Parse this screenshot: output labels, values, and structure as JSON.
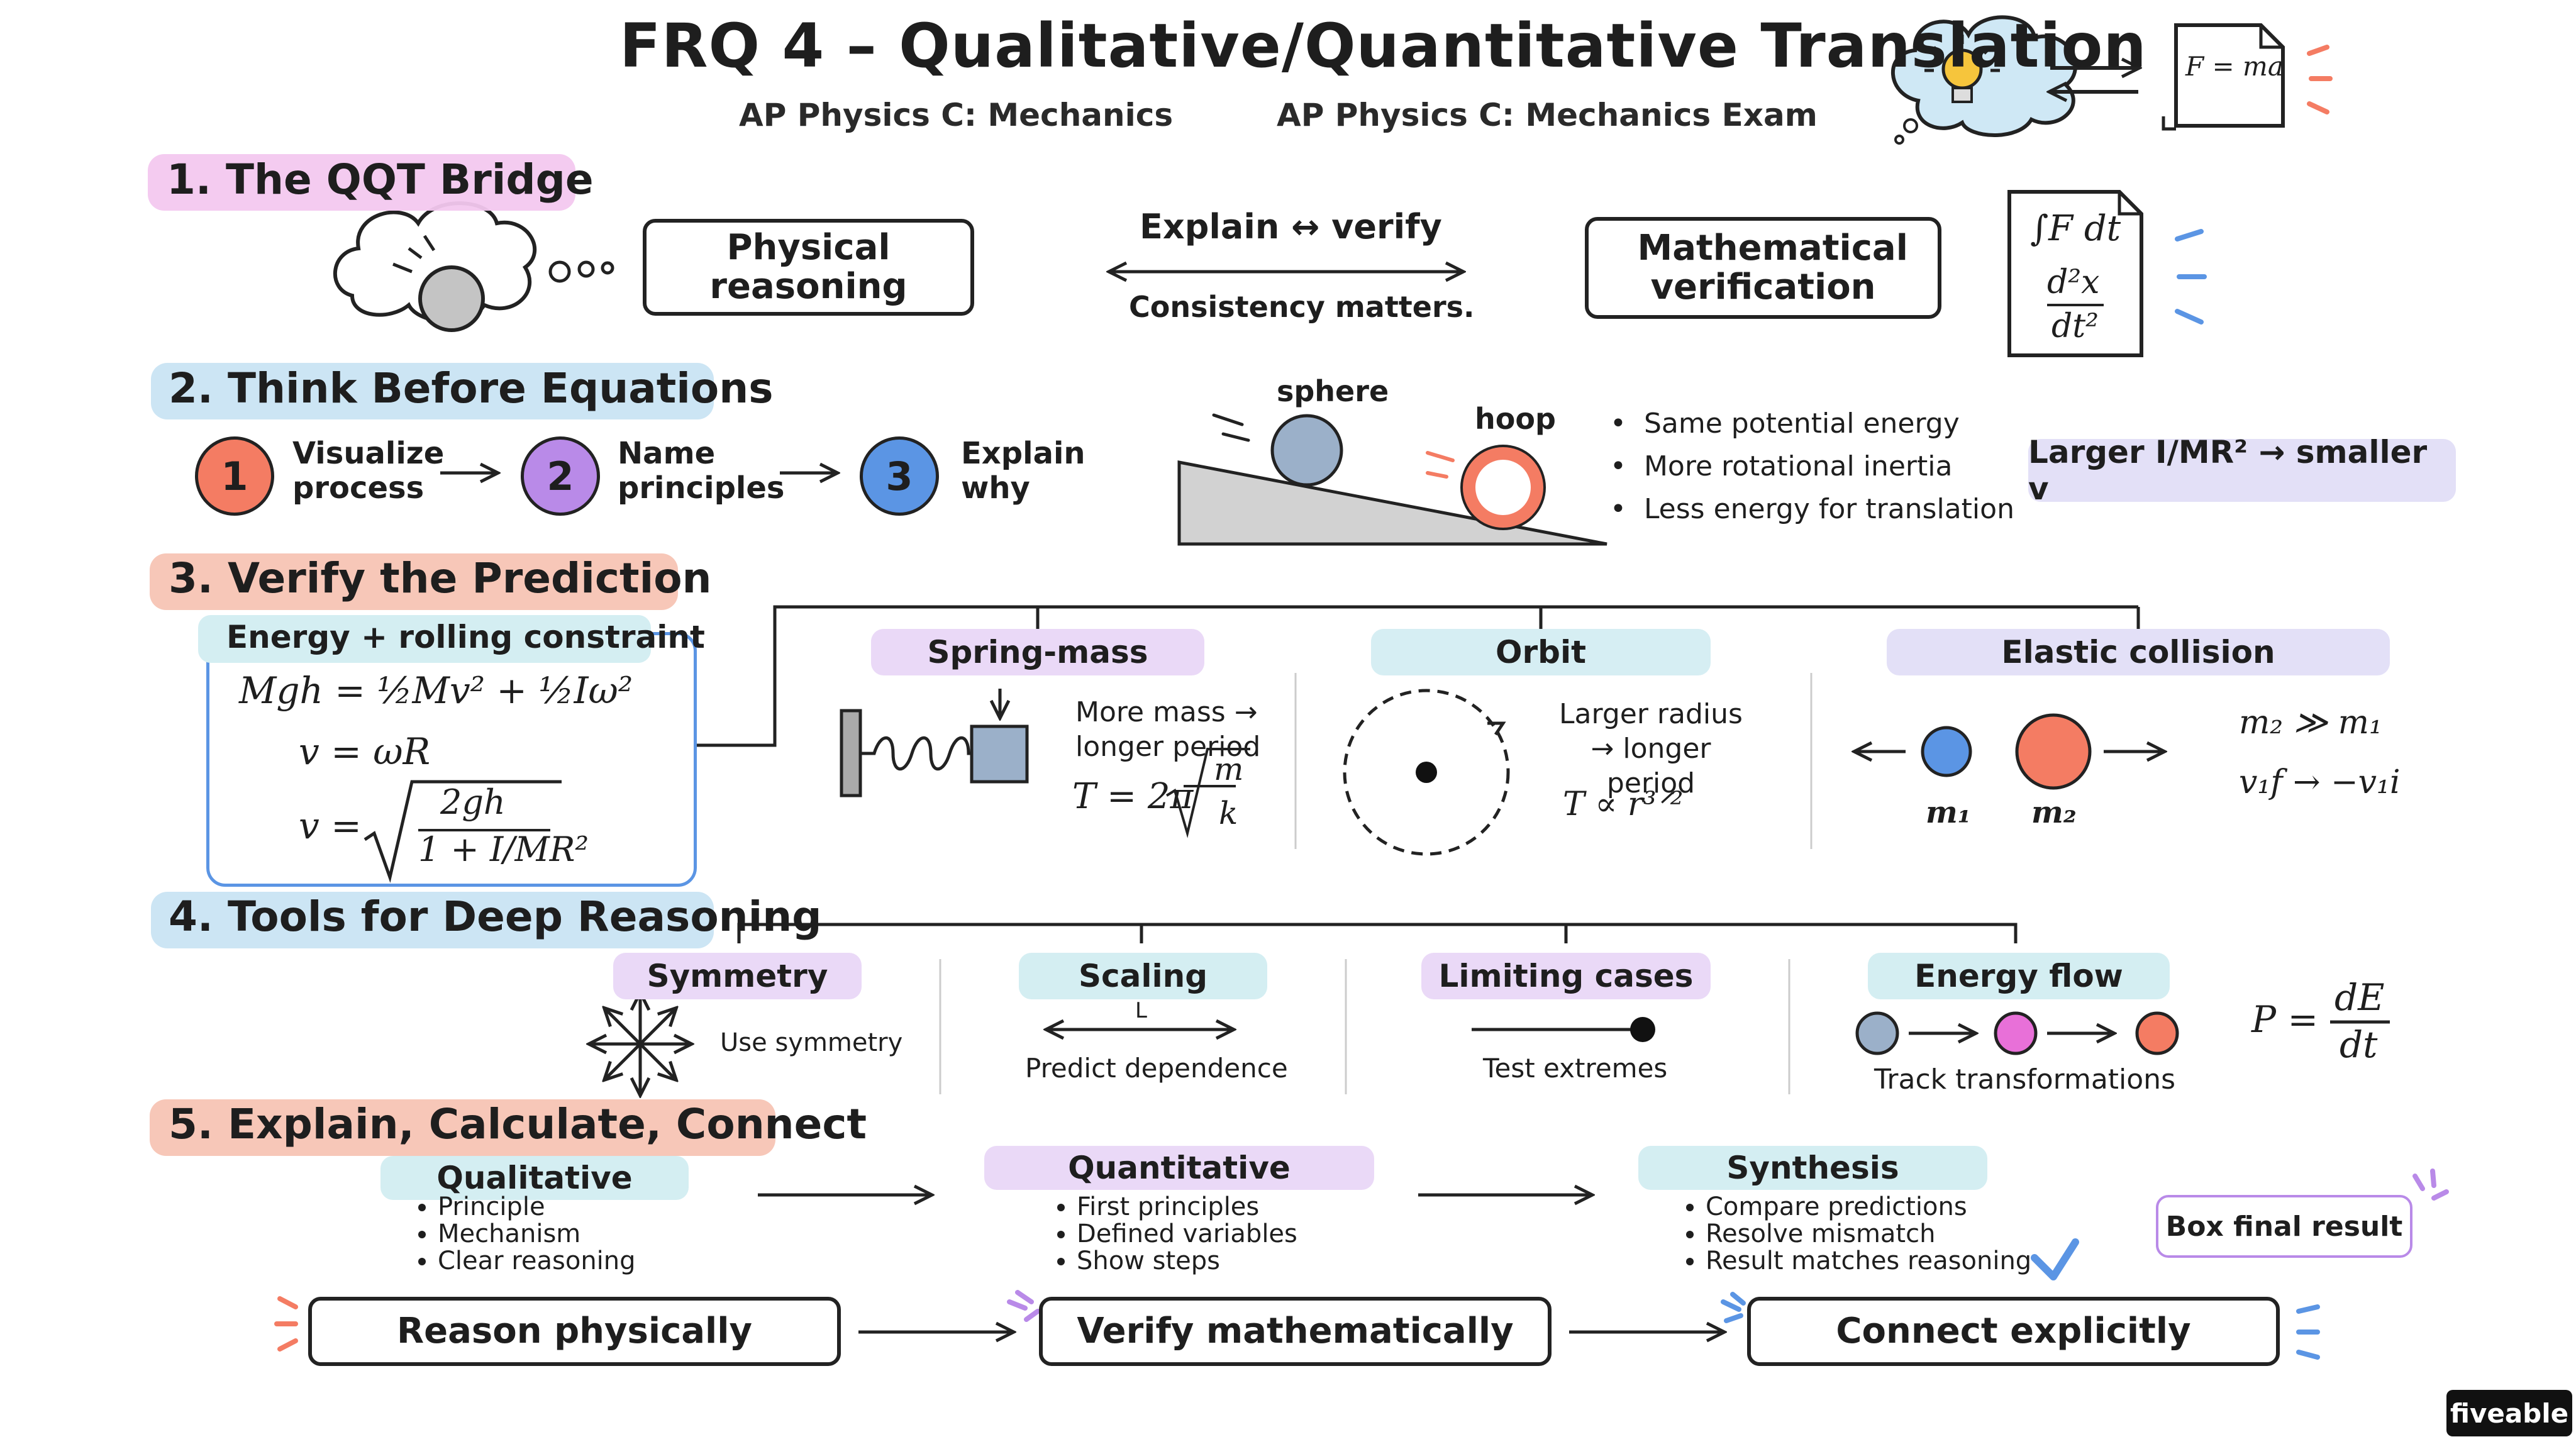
{
  "header": {
    "title": "FRQ 4 – Qualitative/Quantitative Translation",
    "subtitle_left": "AP Physics C: Mechanics",
    "subtitle_right": "AP Physics C: Mechanics Exam",
    "doc_formula": "F = ma"
  },
  "section1": {
    "heading": "1. The QQT Bridge",
    "box_left": "Physical reasoning",
    "arrow_top": "Explain ↔ verify",
    "arrow_bottom": "Consistency matters.",
    "box_right": "Mathematical verification",
    "doc_integral": "∫F dt",
    "doc_deriv_num": "d²x",
    "doc_deriv_den": "dt²"
  },
  "section2": {
    "heading": "2. Think Before Equations",
    "steps": [
      {
        "num": "1",
        "text": "Visualize process",
        "color": "#f47c63"
      },
      {
        "num": "2",
        "text": "Name principles",
        "color": "#b98ae8"
      },
      {
        "num": "3",
        "text": "Explain why",
        "color": "#5b95e4"
      }
    ],
    "sphere_label": "sphere",
    "hoop_label": "hoop",
    "bullets": [
      "Same potential energy",
      "More rotational inertia",
      "Less energy for translation"
    ],
    "conclusion": "Larger I/MR² → smaller v"
  },
  "section3": {
    "heading": "3. Verify the Prediction",
    "card_title": "Energy + rolling constraint",
    "eq1": "Mgh = ½Mv² + ½Iω²",
    "eq2": "v = ωR",
    "eq3_lhs": "v =",
    "eq3_num": "2gh",
    "eq3_den": "1 + I/MR²",
    "examples": [
      {
        "title": "Spring-mass",
        "text": "More mass → longer period",
        "formula": "T = 2π√(m/k)",
        "color": "#ead9f7"
      },
      {
        "title": "Orbit",
        "text": "Larger radius → longer period",
        "formula": "T ∝ r³ᐟ²",
        "color": "#d6eef3"
      },
      {
        "title": "Elastic collision",
        "formula1": "m₂ ≫ m₁",
        "formula2": "v₁f → −v₁i",
        "mass1": "m₁",
        "mass2": "m₂",
        "color": "#e3e0f7"
      }
    ]
  },
  "section4": {
    "heading": "4. Tools for Deep Reasoning",
    "tools": [
      {
        "title": "Symmetry",
        "text": "Use symmetry",
        "color": "#ead9f7"
      },
      {
        "title": "Scaling",
        "text": "Predict dependence",
        "axis": "L",
        "color": "#d4eef2"
      },
      {
        "title": "Limiting cases",
        "text": "Test extremes",
        "color": "#ead9f7"
      },
      {
        "title": "Energy flow",
        "text": "Track transformations",
        "color": "#d4eef2"
      }
    ],
    "power_lhs": "P =",
    "power_num": "dE",
    "power_den": "dt"
  },
  "section5": {
    "heading": "5. Explain, Calculate, Connect",
    "columns": [
      {
        "title": "Qualitative",
        "items": [
          "Principle",
          "Mechanism",
          "Clear reasoning"
        ],
        "color": "#d4eef2"
      },
      {
        "title": "Quantitative",
        "items": [
          "First principles",
          "Defined variables",
          "Show steps"
        ],
        "color": "#ead9f7"
      },
      {
        "title": "Synthesis",
        "items": [
          "Compare predictions",
          "Resolve mismatch",
          "Result matches reasoning"
        ],
        "color": "#d4eef2"
      }
    ],
    "final_box": "Box final result",
    "bottom_boxes": [
      "Reason physically",
      "Verify mathematically",
      "Connect explicitly"
    ]
  },
  "brand": "fiveable",
  "colors": {
    "pink": "#f3c8ef",
    "blue": "#c9e4f3",
    "salmon": "#f7c4b4",
    "lavender": "#e3e0f7",
    "orange": "#f47c63",
    "purple": "#b98ae8",
    "accent_blue": "#5b95e4"
  }
}
